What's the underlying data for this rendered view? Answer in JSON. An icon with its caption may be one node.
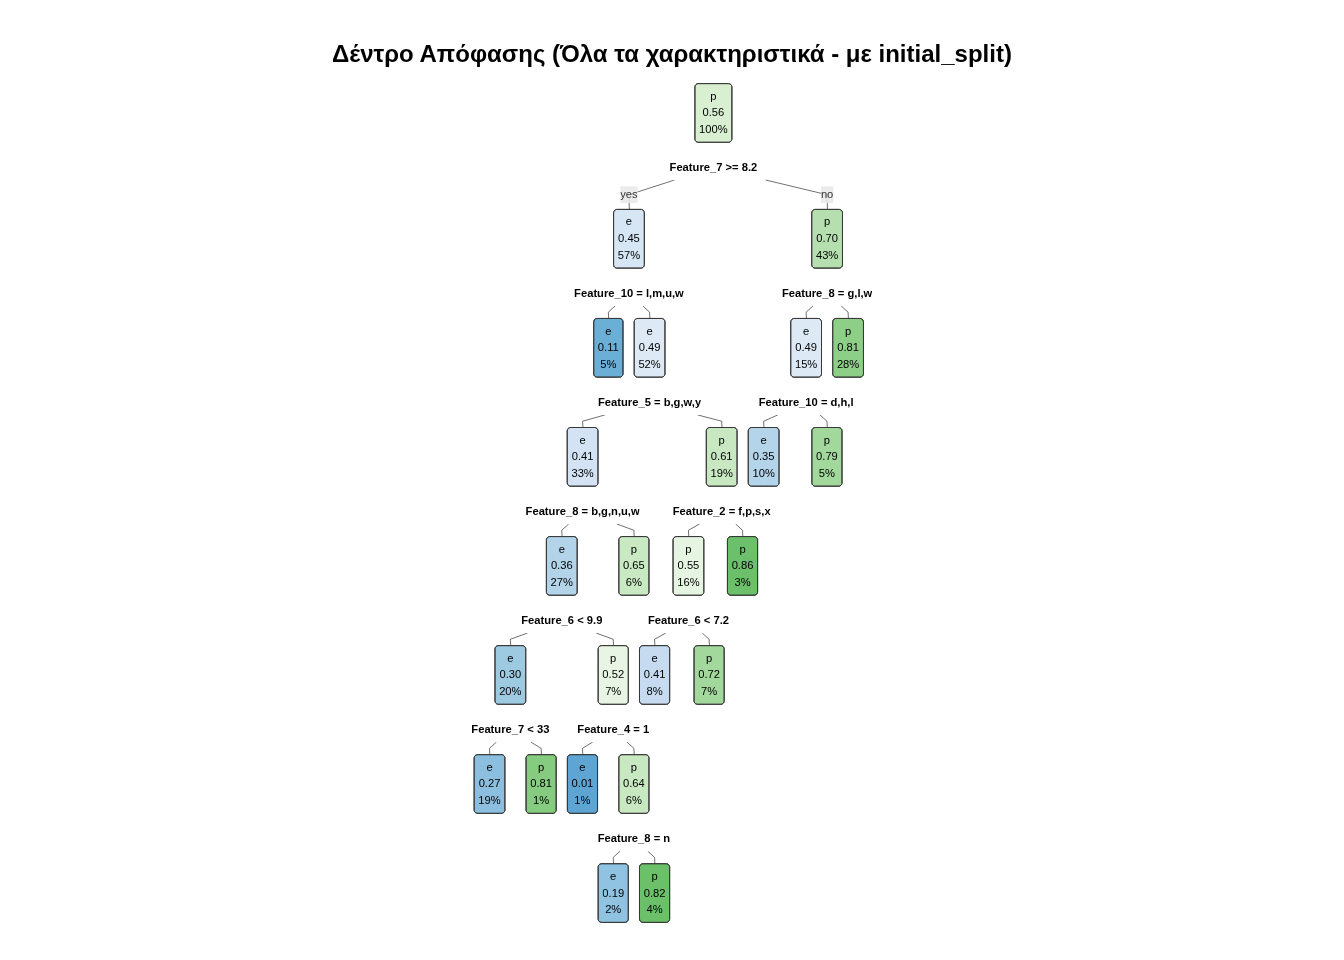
{
  "diagram": {
    "title": "Δέντρο Απόφασης (Όλα τα χαρακτηριστικά - με initial_split)",
    "nodes": [
      {
        "text": [
          "p",
          "0.56",
          "100%"
        ]
      },
      {
        "text": [
          "Feature_7 >= 8.2"
        ]
      },
      {
        "text": [
          "e",
          "0.45",
          "57%"
        ]
      },
      {
        "text": [
          "Feature_10 = l,m,u,w"
        ]
      },
      {
        "text": [
          "p",
          "0.70",
          "43%"
        ]
      },
      {
        "text": [
          "Feature_8 = g,l,w"
        ]
      },
      {
        "text": [
          "e",
          "0.49",
          "52%"
        ]
      },
      {
        "text": [
          "Feature_5 = b,g,w,y"
        ]
      },
      {
        "text": [
          "e",
          "0.49",
          "15%"
        ]
      },
      {
        "text": [
          "Feature_10 = d,h,l"
        ]
      },
      {
        "text": [
          "e",
          "0.41",
          "33%"
        ]
      },
      {
        "text": [
          "Feature_8 = b,g,n,u,w"
        ]
      },
      {
        "text": [
          "p",
          "0.61",
          "19%"
        ]
      },
      {
        "text": [
          "Feature_2 = f,p,s,x"
        ]
      },
      {
        "text": [
          "e",
          "0.36",
          "27%"
        ]
      },
      {
        "text": [
          "Feature_6 < 9.9"
        ]
      },
      {
        "text": [
          "p",
          "0.55",
          "16%"
        ]
      },
      {
        "text": [
          "Feature_6 < 7.2"
        ]
      },
      {
        "text": [
          "e",
          "0.30",
          "20%"
        ]
      },
      {
        "text": [
          "Feature_7 < 33"
        ]
      },
      {
        "text": [
          "p",
          "0.52",
          "7%"
        ]
      },
      {
        "text": [
          "Feature_4 = 1"
        ]
      },
      {
        "text": [
          "p",
          "0.64",
          "6%"
        ]
      },
      {
        "text": [
          "Feature_8 = n"
        ]
      },
      {
        "text": [
          "e",
          "0.11",
          "5%"
        ]
      },
      {
        "text": [
          "e",
          "0.27",
          "19%"
        ]
      },
      {
        "text": [
          "p",
          "0.81",
          "1%"
        ]
      },
      {
        "text": [
          "e",
          "0.01",
          "1%"
        ]
      },
      {
        "text": [
          "e",
          "0.19",
          "2%"
        ]
      },
      {
        "text": [
          "p",
          "0.82",
          "4%"
        ]
      },
      {
        "text": [
          "p",
          "0.65",
          "6%"
        ]
      },
      {
        "text": [
          "e",
          "0.41",
          "8%"
        ]
      },
      {
        "text": [
          "p",
          "0.72",
          "7%"
        ]
      },
      {
        "text": [
          "p",
          "0.86",
          "3%"
        ]
      },
      {
        "text": [
          "e",
          "0.35",
          "10%"
        ]
      },
      {
        "text": [
          "p",
          "0.79",
          "5%"
        ]
      },
      {
        "text": [
          "p",
          "0.81",
          "28%"
        ]
      }
    ],
    "edges": [
      {
        "from": 1,
        "to": 2,
        "arrow": "none",
        "label": "yes"
      },
      {
        "from": 1,
        "to": 4,
        "arrow": "none",
        "label": "no"
      },
      {
        "from": 3,
        "to": 24,
        "arrow": "none"
      },
      {
        "from": 3,
        "to": 6,
        "arrow": "none"
      },
      {
        "from": 5,
        "to": 8,
        "arrow": "none"
      },
      {
        "from": 5,
        "to": 36,
        "arrow": "none"
      },
      {
        "from": 7,
        "to": 10,
        "arrow": "none"
      },
      {
        "from": 7,
        "to": 12,
        "arrow": "none"
      },
      {
        "from": 9,
        "to": 34,
        "arrow": "none"
      },
      {
        "from": 9,
        "to": 35,
        "arrow": "none"
      },
      {
        "from": 11,
        "to": 14,
        "arrow": "none"
      },
      {
        "from": 11,
        "to": 30,
        "arrow": "none"
      },
      {
        "from": 13,
        "to": 16,
        "arrow": "none"
      },
      {
        "from": 13,
        "to": 33,
        "arrow": "none"
      },
      {
        "from": 15,
        "to": 18,
        "arrow": "none"
      },
      {
        "from": 15,
        "to": 20,
        "arrow": "none"
      },
      {
        "from": 17,
        "to": 31,
        "arrow": "none"
      },
      {
        "from": 17,
        "to": 32,
        "arrow": "none"
      },
      {
        "from": 19,
        "to": 25,
        "arrow": "none"
      },
      {
        "from": 19,
        "to": 26,
        "arrow": "none"
      },
      {
        "from": 21,
        "to": 27,
        "arrow": "none"
      },
      {
        "from": 21,
        "to": 22,
        "arrow": "none"
      },
      {
        "from": 23,
        "to": 28,
        "arrow": "none"
      },
      {
        "from": 23,
        "to": 29,
        "arrow": "none"
      }
    ]
  }
}
